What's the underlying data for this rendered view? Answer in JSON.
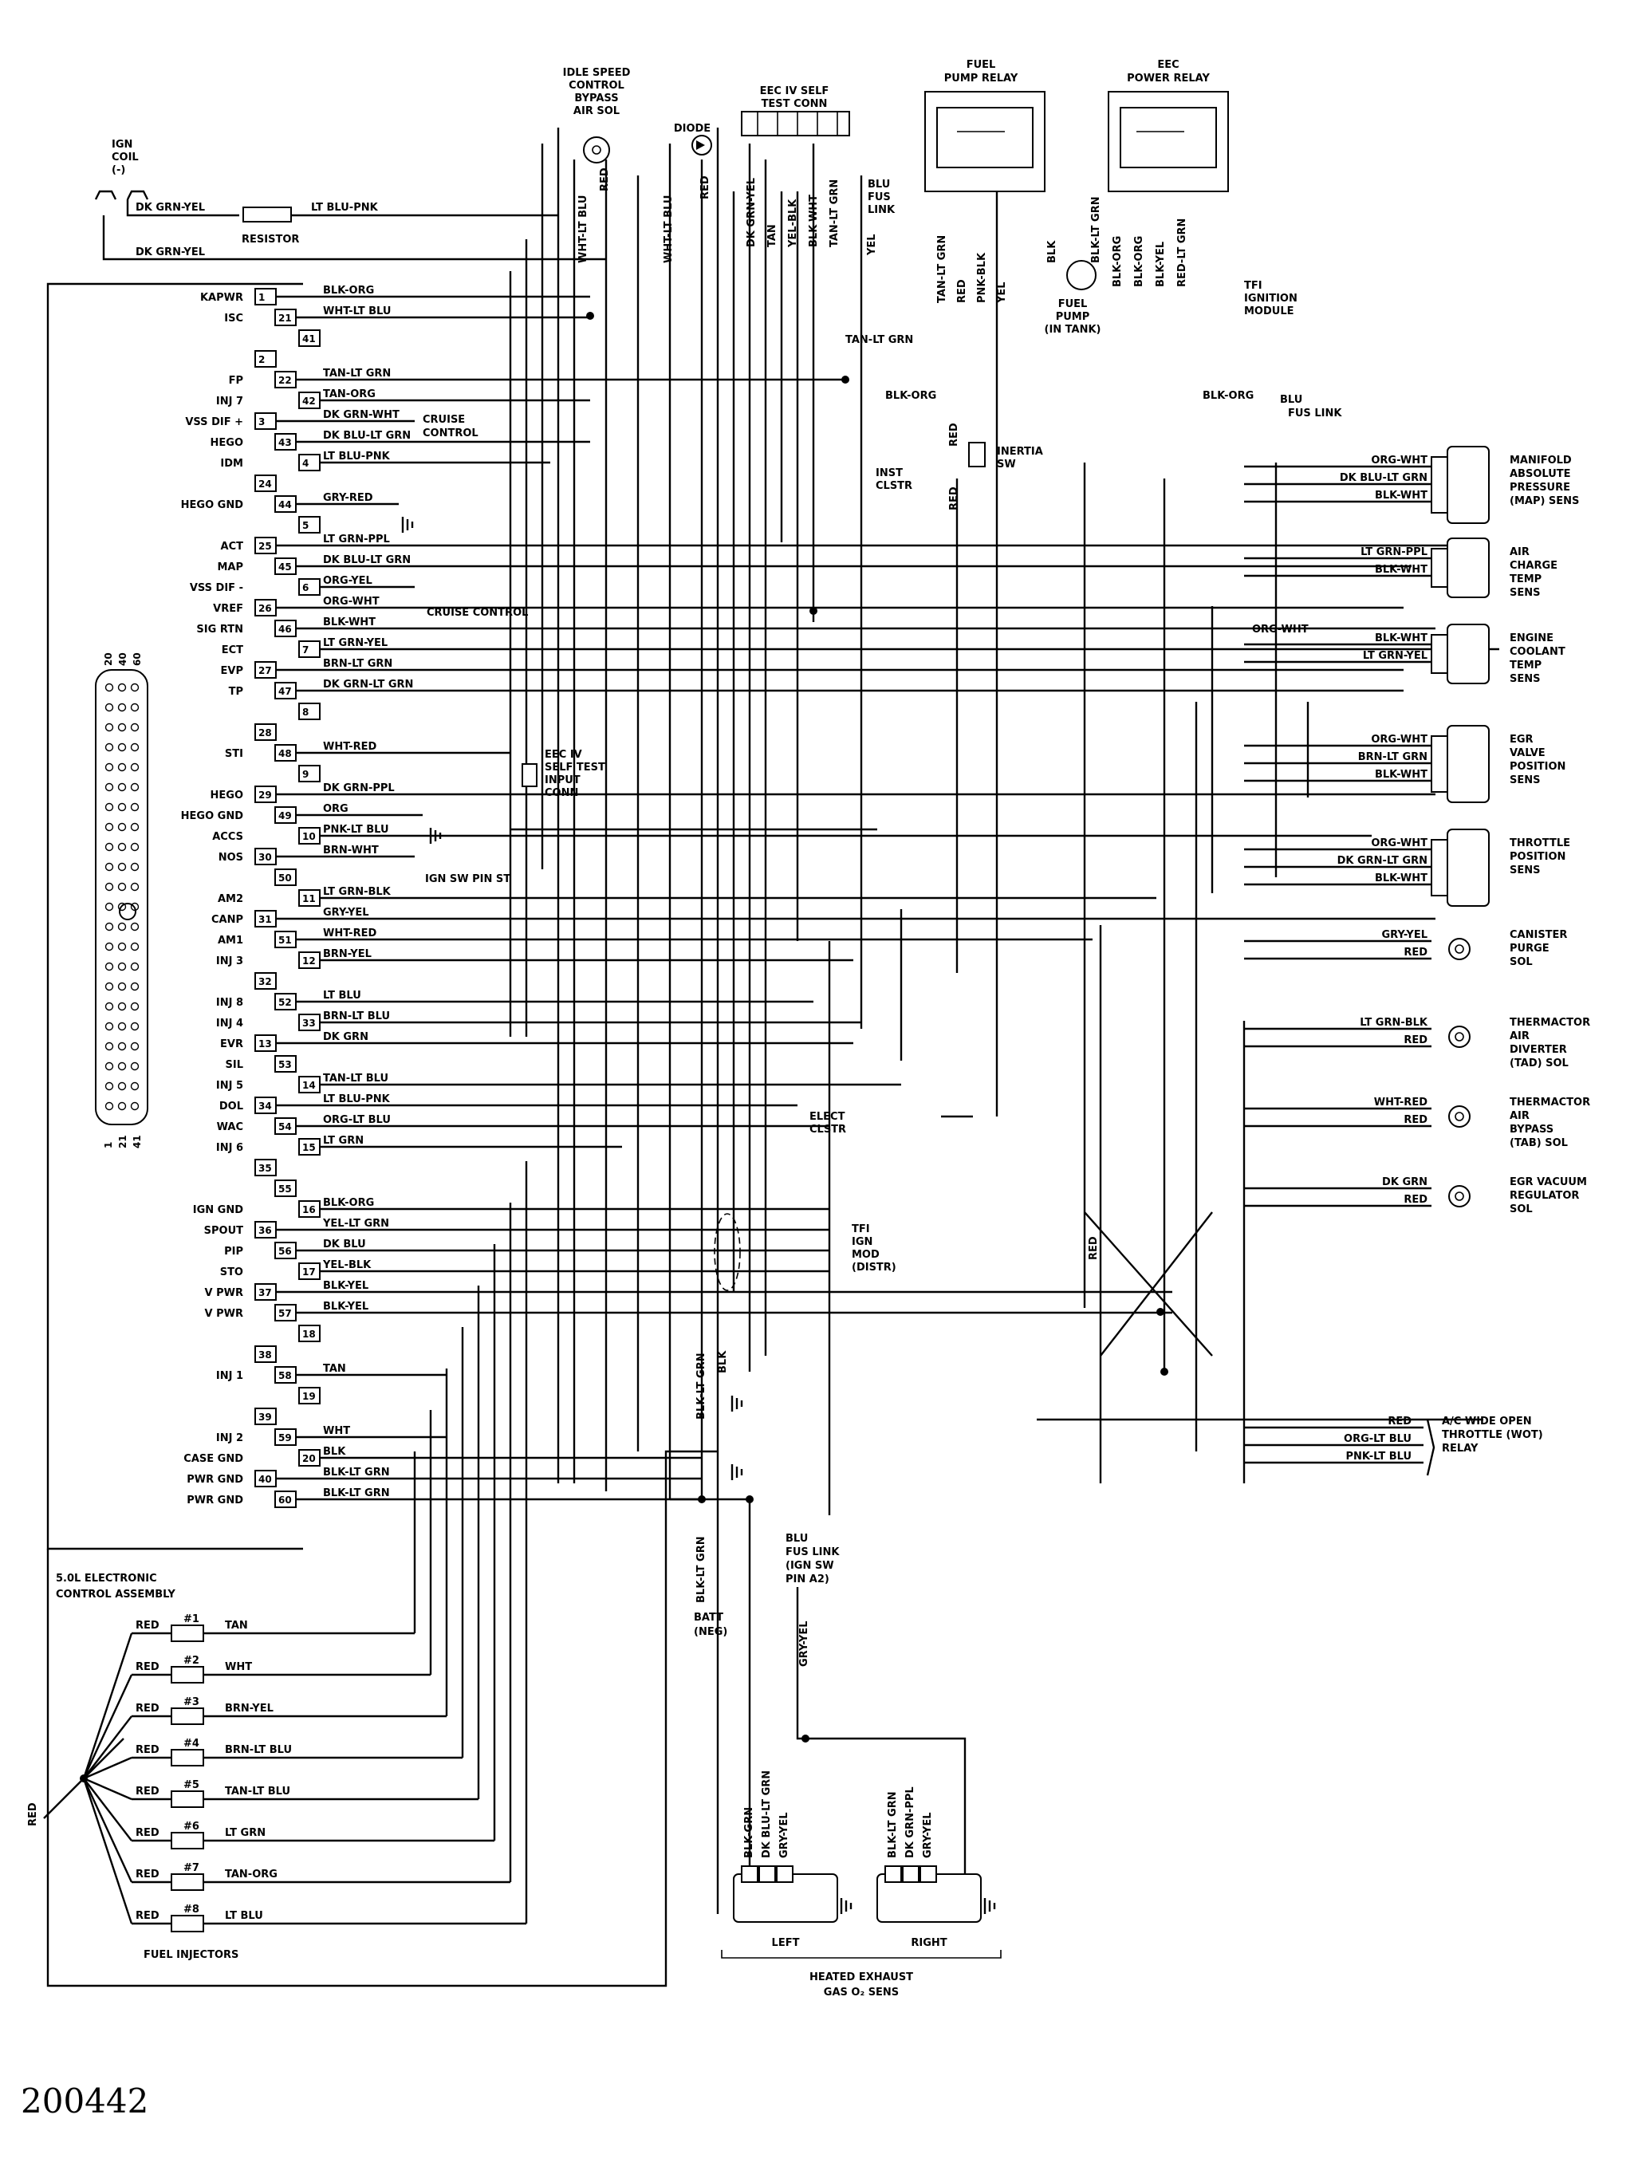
{
  "ecu": {
    "title_line1": "5.0L ELECTRONIC",
    "title_line2": "CONTROL ASSEMBLY",
    "connector_pins": [
      "20",
      "40",
      "60",
      "1",
      "21",
      "41"
    ]
  },
  "ecu_pins": [
    {
      "label": "KAPWR",
      "pin": "1",
      "wire": "BLK-ORG"
    },
    {
      "label": "ISC",
      "pin": "21",
      "wire": "WHT-LT BLU"
    },
    {
      "label": "",
      "pin": "41",
      "wire": ""
    },
    {
      "label": "",
      "pin": "2",
      "wire": ""
    },
    {
      "label": "FP",
      "pin": "22",
      "wire": "TAN-LT GRN"
    },
    {
      "label": "INJ 7",
      "pin": "42",
      "wire": "TAN-ORG"
    },
    {
      "label": "VSS DIF +",
      "pin": "3",
      "wire": "DK GRN-WHT"
    },
    {
      "label": "HEGO",
      "pin": "43",
      "wire": "DK BLU-LT GRN"
    },
    {
      "label": "IDM",
      "pin": "4",
      "wire": "LT BLU-PNK"
    },
    {
      "label": "",
      "pin": "24",
      "wire": ""
    },
    {
      "label": "HEGO GND",
      "pin": "44",
      "wire": "GRY-RED"
    },
    {
      "label": "",
      "pin": "5",
      "wire": ""
    },
    {
      "label": "ACT",
      "pin": "25",
      "wire": "LT GRN-PPL"
    },
    {
      "label": "MAP",
      "pin": "45",
      "wire": "DK BLU-LT GRN"
    },
    {
      "label": "VSS DIF -",
      "pin": "6",
      "wire": "ORG-YEL"
    },
    {
      "label": "VREF",
      "pin": "26",
      "wire": "ORG-WHT"
    },
    {
      "label": "SIG RTN",
      "pin": "46",
      "wire": "BLK-WHT"
    },
    {
      "label": "ECT",
      "pin": "7",
      "wire": "LT GRN-YEL"
    },
    {
      "label": "EVP",
      "pin": "27",
      "wire": "BRN-LT GRN"
    },
    {
      "label": "TP",
      "pin": "47",
      "wire": "DK GRN-LT GRN"
    },
    {
      "label": "",
      "pin": "8",
      "wire": ""
    },
    {
      "label": "",
      "pin": "28",
      "wire": ""
    },
    {
      "label": "STI",
      "pin": "48",
      "wire": "WHT-RED"
    },
    {
      "label": "",
      "pin": "9",
      "wire": ""
    },
    {
      "label": "HEGO",
      "pin": "29",
      "wire": "DK GRN-PPL"
    },
    {
      "label": "HEGO GND",
      "pin": "49",
      "wire": "ORG"
    },
    {
      "label": "ACCS",
      "pin": "10",
      "wire": "PNK-LT BLU"
    },
    {
      "label": "NOS",
      "pin": "30",
      "wire": "BRN-WHT"
    },
    {
      "label": "",
      "pin": "50",
      "wire": ""
    },
    {
      "label": "AM2",
      "pin": "11",
      "wire": "LT GRN-BLK"
    },
    {
      "label": "CANP",
      "pin": "31",
      "wire": "GRY-YEL"
    },
    {
      "label": "AM1",
      "pin": "51",
      "wire": "WHT-RED"
    },
    {
      "label": "INJ 3",
      "pin": "12",
      "wire": "BRN-YEL"
    },
    {
      "label": "",
      "pin": "32",
      "wire": ""
    },
    {
      "label": "INJ 8",
      "pin": "52",
      "wire": "LT BLU"
    },
    {
      "label": "INJ 4",
      "pin": "33",
      "wire": "BRN-LT BLU"
    },
    {
      "label": "EVR",
      "pin": "13",
      "wire": "DK GRN"
    },
    {
      "label": "SIL",
      "pin": "53",
      "wire": ""
    },
    {
      "label": "INJ 5",
      "pin": "14",
      "wire": "TAN-LT BLU"
    },
    {
      "label": "DOL",
      "pin": "34",
      "wire": "LT BLU-PNK"
    },
    {
      "label": "WAC",
      "pin": "54",
      "wire": "ORG-LT BLU"
    },
    {
      "label": "INJ 6",
      "pin": "15",
      "wire": "LT GRN"
    },
    {
      "label": "",
      "pin": "35",
      "wire": ""
    },
    {
      "label": "",
      "pin": "55",
      "wire": ""
    },
    {
      "label": "IGN GND",
      "pin": "16",
      "wire": "BLK-ORG"
    },
    {
      "label": "SPOUT",
      "pin": "36",
      "wire": "YEL-LT GRN"
    },
    {
      "label": "PIP",
      "pin": "56",
      "wire": "DK BLU"
    },
    {
      "label": "STO",
      "pin": "17",
      "wire": "YEL-BLK"
    },
    {
      "label": "V PWR",
      "pin": "37",
      "wire": "BLK-YEL"
    },
    {
      "label": "V PWR",
      "pin": "57",
      "wire": "BLK-YEL"
    },
    {
      "label": "",
      "pin": "18",
      "wire": ""
    },
    {
      "label": "",
      "pin": "38",
      "wire": ""
    },
    {
      "label": "INJ 1",
      "pin": "58",
      "wire": "TAN"
    },
    {
      "label": "",
      "pin": "19",
      "wire": ""
    },
    {
      "label": "",
      "pin": "39",
      "wire": ""
    },
    {
      "label": "INJ 2",
      "pin": "59",
      "wire": "WHT"
    },
    {
      "label": "CASE GND",
      "pin": "20",
      "wire": "BLK"
    },
    {
      "label": "PWR GND",
      "pin": "40",
      "wire": "BLK-LT GRN"
    },
    {
      "label": "PWR GND",
      "pin": "60",
      "wire": "BLK-LT GRN"
    }
  ],
  "ign_coil": {
    "label_line1": "IGN",
    "label_line2": "COIL",
    "polarity": "(-)",
    "wire_a": "DK GRN-YEL",
    "wire_b": "DK GRN-YEL",
    "resistor_label": "RESISTOR",
    "resistor_wire": "LT BLU-PNK"
  },
  "isc": {
    "line1": "IDLE SPEED",
    "line2": "CONTROL",
    "line3": "BYPASS",
    "line4": "AIR SOL",
    "wire_a": "WHT-LT BLU",
    "wire_b": "RED",
    "wire_c": "WHT-LT BLU"
  },
  "diode": {
    "label": "DIODE",
    "wire": "RED"
  },
  "self_test_conn": {
    "line1": "EEC IV SELF",
    "line2": "TEST CONN",
    "wires": [
      "DK GRN-YEL",
      "TAN",
      "YEL-BLK",
      "BLK-WHT",
      "TAN-LT GRN"
    ]
  },
  "fuel_pump_relay": {
    "line1": "FUEL",
    "line2": "PUMP RELAY",
    "wires": [
      "TAN-LT GRN",
      "RED",
      "PNK-BLK",
      "YEL"
    ],
    "fus_link": [
      "BLU",
      "FUS",
      "LINK"
    ],
    "fus_wire": "YEL",
    "pump_wire": "BLK",
    "pump_label": [
      "FUEL",
      "PUMP",
      "(IN TANK)"
    ]
  },
  "eec_power_relay": {
    "line1": "EEC",
    "line2": "POWER RELAY",
    "wires": [
      "BLK-ORG",
      "BLK-ORG",
      "BLK-YEL",
      "RED-LT GRN"
    ],
    "extra_wire": "BLK-LT GRN"
  },
  "tfi_module": {
    "line1": "TFI",
    "line2": "IGNITION",
    "line3": "MODULE"
  },
  "bus_labels": {
    "tan_lt_grn": "TAN-LT GRN",
    "blk_org": "BLK-ORG",
    "blk_org_2": "BLK-ORG",
    "blu_fus_link": "BLU",
    "fus_link": "FUS LINK",
    "red": "RED",
    "inertia": [
      "INERTIA",
      "SW"
    ],
    "inst_clstr": [
      "INST",
      "CLSTR"
    ]
  },
  "cruise": {
    "a": "CRUISE",
    "b": "CONTROL",
    "c": "CRUISE CONTROL"
  },
  "test_input": {
    "line1": "EEC IV",
    "line2": "SELF TEST",
    "line3": "INPUT",
    "line4": "CONN"
  },
  "ign_sw": "IGN SW PIN ST",
  "elect_clstr": {
    "line1": "ELECT",
    "line2": "CLSTR"
  },
  "tfi_distr": {
    "line1": "TFI",
    "line2": "IGN",
    "line3": "MOD",
    "line4": "(DISTR)"
  },
  "sensors": [
    {
      "name_lines": [
        "MANIFOLD",
        "ABSOLUTE",
        "PRESSURE",
        "(MAP) SENS"
      ],
      "wires": [
        "ORG-WHT",
        "DK BLU-LT GRN",
        "BLK-WHT"
      ]
    },
    {
      "name_lines": [
        "AIR",
        "CHARGE",
        "TEMP",
        "SENS"
      ],
      "wires": [
        "LT GRN-PPL",
        "BLK-WHT"
      ]
    },
    {
      "name_lines": [
        "ENGINE",
        "COOLANT",
        "TEMP",
        "SENS"
      ],
      "wires": [
        "BLK-WHT",
        "LT GRN-YEL"
      ],
      "feed": "ORG-WHT"
    },
    {
      "name_lines": [
        "EGR",
        "VALVE",
        "POSITION",
        "SENS"
      ],
      "wires": [
        "ORG-WHT",
        "BRN-LT GRN",
        "BLK-WHT"
      ]
    },
    {
      "name_lines": [
        "THROTTLE",
        "POSITION",
        "SENS"
      ],
      "wires": [
        "ORG-WHT",
        "DK GRN-LT GRN",
        "BLK-WHT"
      ]
    },
    {
      "name_lines": [
        "CANISTER",
        "PURGE",
        "SOL"
      ],
      "wires": [
        "GRY-YEL",
        "RED"
      ]
    },
    {
      "name_lines": [
        "THERMACTOR",
        "AIR",
        "DIVERTER",
        "(TAD) SOL"
      ],
      "wires": [
        "LT GRN-BLK",
        "RED"
      ]
    },
    {
      "name_lines": [
        "THERMACTOR",
        "AIR",
        "BYPASS",
        "(TAB) SOL"
      ],
      "wires": [
        "WHT-RED",
        "RED"
      ]
    },
    {
      "name_lines": [
        "EGR VACUUM",
        "REGULATOR",
        "SOL"
      ],
      "wires": [
        "DK GRN",
        "RED"
      ]
    },
    {
      "name_lines": [
        "A/C WIDE OPEN",
        "THROTTLE (WOT)",
        "RELAY"
      ],
      "wires": [
        "RED",
        "ORG-LT BLU",
        "PNK-LT BLU"
      ]
    }
  ],
  "misc": {
    "red_vertical": "RED",
    "blk_lt_grn": "BLK-LT GRN",
    "blk": "BLK",
    "blk_lt_grn_2": "BLK-LT GRN",
    "batt": [
      "BATT",
      "(NEG)"
    ],
    "blu_fus_link_ign": [
      "BLU",
      "FUS LINK",
      "(IGN SW",
      "PIN A2)"
    ],
    "gry_yel": "GRY-YEL"
  },
  "injectors": {
    "title": "FUEL INJECTORS",
    "common_wire": "RED",
    "items": [
      {
        "num": "#1",
        "in": "RED",
        "out": "TAN"
      },
      {
        "num": "#2",
        "in": "RED",
        "out": "WHT"
      },
      {
        "num": "#3",
        "in": "RED",
        "out": "BRN-YEL"
      },
      {
        "num": "#4",
        "in": "RED",
        "out": "BRN-LT BLU"
      },
      {
        "num": "#5",
        "in": "RED",
        "out": "TAN-LT BLU"
      },
      {
        "num": "#6",
        "in": "RED",
        "out": "LT GRN"
      },
      {
        "num": "#7",
        "in": "RED",
        "out": "TAN-ORG"
      },
      {
        "num": "#8",
        "in": "RED",
        "out": "LT BLU"
      }
    ]
  },
  "ego_sensors": {
    "left": {
      "label": "LEFT",
      "wires": [
        "BLK-GRN",
        "DK BLU-LT GRN",
        "GRY-YEL"
      ]
    },
    "right": {
      "label": "RIGHT",
      "wires": [
        "BLK-LT GRN",
        "DK GRN-PPL",
        "GRY-YEL"
      ]
    },
    "title_line1": "HEATED EXHAUST",
    "title_line2": "GAS O₂ SENS"
  },
  "figure_id": "200442"
}
